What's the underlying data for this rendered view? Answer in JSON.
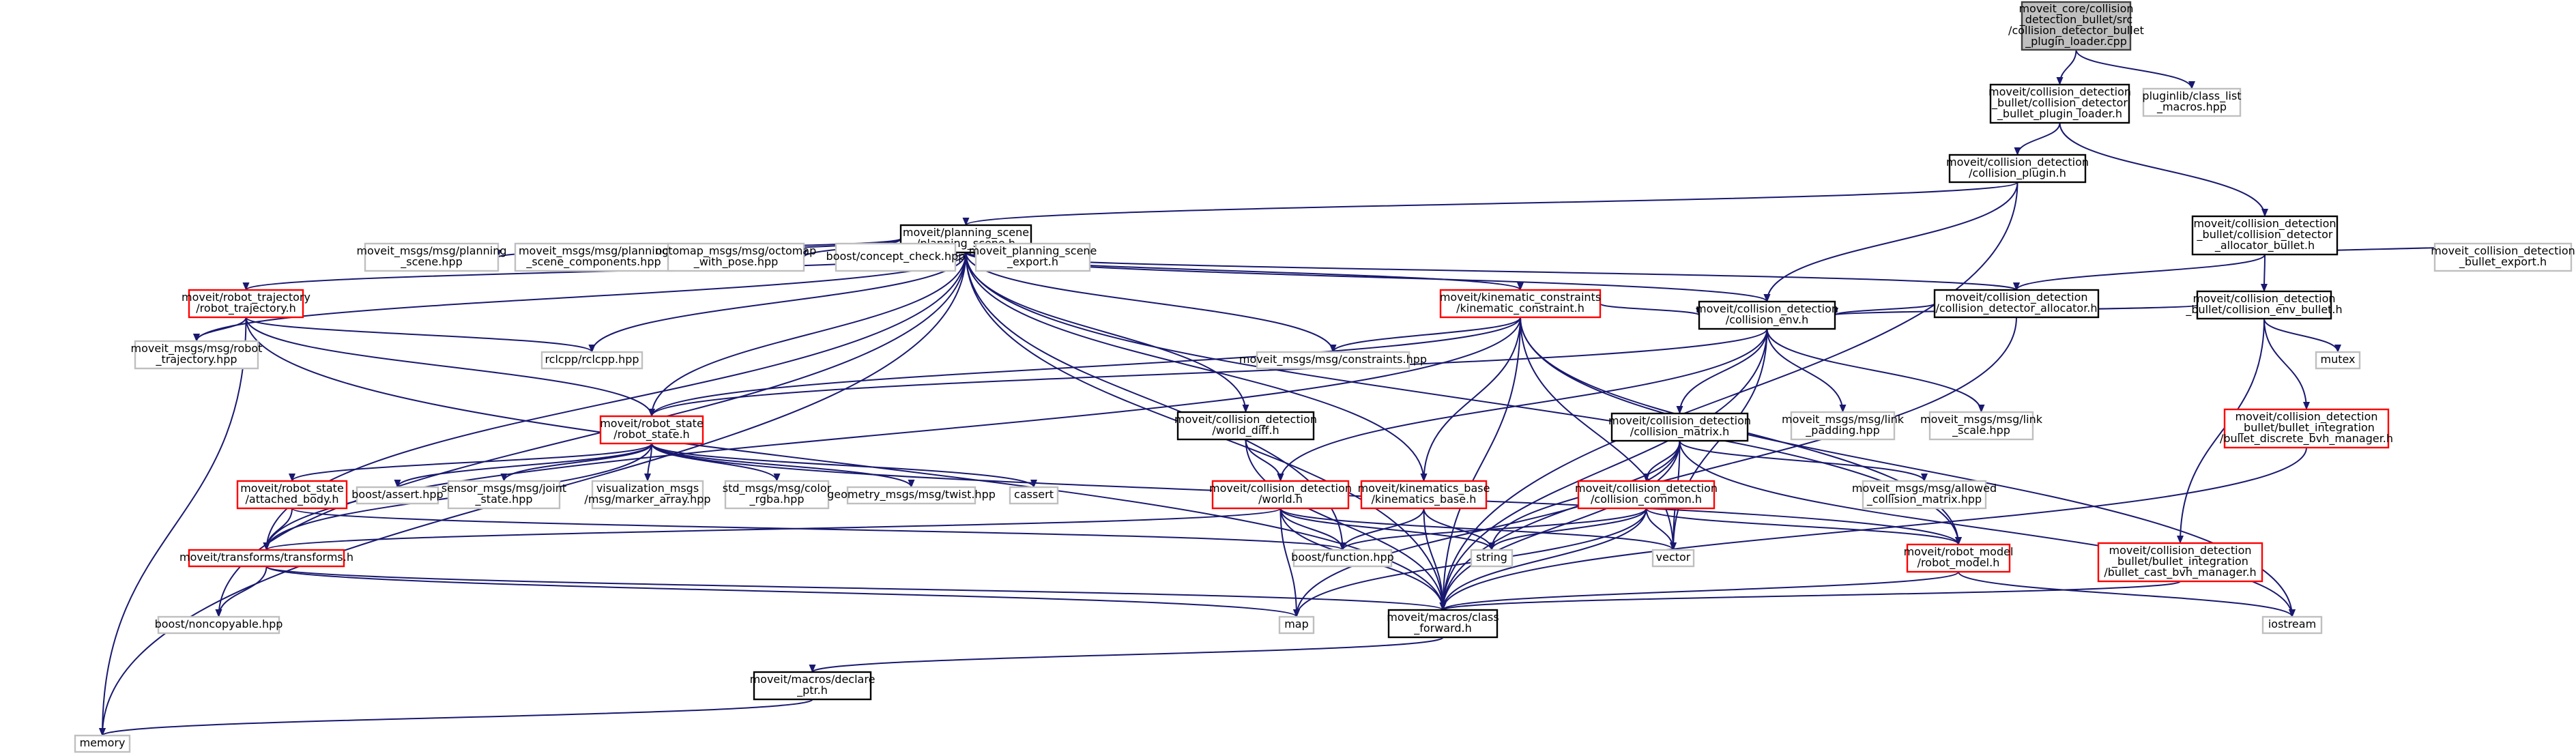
{
  "colors": {
    "root_fill": "#bfbfbf",
    "root_border": "#404040",
    "documented_border": "#000000",
    "undocumented_border": "#bfbfbf",
    "red_border": "#ff0000",
    "edge_color": "#191970",
    "edge_light": "#a9a9a9"
  },
  "nodes": {
    "root": {
      "lines": [
        "moveit_core/collision",
        "_detection_bullet/src",
        "/collision_detector_bullet",
        "_plugin_loader.cpp"
      ]
    },
    "plugin_loader_h": {
      "lines": [
        "moveit/collision_detection",
        "_bullet/collision_detector",
        "_bullet_plugin_loader.h"
      ]
    },
    "class_list_macros": {
      "lines": [
        "pluginlib/class_list",
        "_macros.hpp"
      ]
    },
    "collision_plugin": {
      "lines": [
        "moveit/collision_detection",
        "/collision_plugin.h"
      ]
    },
    "allocator_bullet": {
      "lines": [
        "moveit/collision_detection",
        "_bullet/collision_detector",
        "_allocator_bullet.h"
      ]
    },
    "planning_scene": {
      "lines": [
        "moveit/planning_scene",
        "/planning_scene.h"
      ]
    },
    "bullet_export": {
      "lines": [
        "moveit_collision_detection",
        "_bullet_export.h"
      ]
    },
    "collision_env_bullet": {
      "lines": [
        "moveit/collision_detection",
        "_bullet/collision_env_bullet.h"
      ]
    },
    "robot_trajectory": {
      "lines": [
        "moveit/robot_trajectory",
        "/robot_trajectory.h"
      ]
    },
    "planning_scene_msg": {
      "lines": [
        "moveit_msgs/msg/planning",
        "_scene.hpp"
      ]
    },
    "planning_scene_components": {
      "lines": [
        "moveit_msgs/msg/planning",
        "_scene_components.hpp"
      ]
    },
    "octomap_pose": {
      "lines": [
        "octomap_msgs/msg/octomap",
        "_with_pose.hpp"
      ]
    },
    "concept_check": {
      "lines": [
        "boost/concept_check.hpp"
      ]
    },
    "planning_scene_export": {
      "lines": [
        "moveit_planning_scene",
        "_export.h"
      ]
    },
    "kinematic_constraint": {
      "lines": [
        "moveit/kinematic_constraints",
        "/kinematic_constraint.h"
      ]
    },
    "detector_allocator": {
      "lines": [
        "moveit/collision_detection",
        "/collision_detector_allocator.h"
      ]
    },
    "robot_msg": {
      "lines": [
        "moveit_msgs/msg/robot",
        "_trajectory.hpp"
      ]
    },
    "rclcpp": {
      "lines": [
        "rclcpp/rclcpp.hpp"
      ]
    },
    "constraints_hpp": {
      "lines": [
        "moveit_msgs/msg/constraints.hpp"
      ]
    },
    "collision_env": {
      "lines": [
        "moveit/collision_detection",
        "/collision_env.h"
      ]
    },
    "mutex": {
      "lines": [
        "mutex"
      ]
    },
    "robot_state": {
      "lines": [
        "moveit/robot_state",
        "/robot_state.h"
      ]
    },
    "world_diff": {
      "lines": [
        "moveit/collision_detection",
        "/world_diff.h"
      ]
    },
    "collision_matrix": {
      "lines": [
        "moveit/collision_detection",
        "/collision_matrix.h"
      ]
    },
    "link_padding": {
      "lines": [
        "moveit_msgs/msg/link",
        "_padding.hpp"
      ]
    },
    "link_scale": {
      "lines": [
        "moveit_msgs/msg/link",
        "_scale.hpp"
      ]
    },
    "discrete_bvh": {
      "lines": [
        "moveit/collision_detection",
        "_bullet/bullet_integration",
        "/bullet_discrete_bvh_manager.h"
      ]
    },
    "attached_body": {
      "lines": [
        "moveit/robot_state",
        "/attached_body.h"
      ]
    },
    "boost_assert": {
      "lines": [
        "boost/assert.hpp"
      ]
    },
    "joint_state": {
      "lines": [
        "sensor_msgs/msg/joint",
        "_state.hpp"
      ]
    },
    "marker_array": {
      "lines": [
        "visualization_msgs",
        "/msg/marker_array.hpp"
      ]
    },
    "color_rgba": {
      "lines": [
        "std_msgs/msg/color",
        "_rgba.hpp"
      ]
    },
    "twist": {
      "lines": [
        "geometry_msgs/msg/twist.hpp"
      ]
    },
    "cassert": {
      "lines": [
        "cassert"
      ]
    },
    "world_h": {
      "lines": [
        "moveit/collision_detection",
        "/world.h"
      ]
    },
    "kinematics_base": {
      "lines": [
        "moveit/kinematics_base",
        "/kinematics_base.h"
      ]
    },
    "collision_common": {
      "lines": [
        "moveit/collision_detection",
        "/collision_common.h"
      ]
    },
    "allowed_matrix": {
      "lines": [
        "moveit_msgs/msg/allowed",
        "_collision_matrix.hpp"
      ]
    },
    "transforms": {
      "lines": [
        "moveit/transforms/transforms.h"
      ]
    },
    "boost_function": {
      "lines": [
        "boost/function.hpp"
      ]
    },
    "string": {
      "lines": [
        "string"
      ]
    },
    "vector": {
      "lines": [
        "vector"
      ]
    },
    "robot_model": {
      "lines": [
        "moveit/robot_model",
        "/robot_model.h"
      ]
    },
    "cast_bvh": {
      "lines": [
        "moveit/collision_detection",
        "_bullet/bullet_integration",
        "/bullet_cast_bvh_manager.h"
      ]
    },
    "noncopyable": {
      "lines": [
        "boost/noncopyable.hpp"
      ]
    },
    "map": {
      "lines": [
        "map"
      ]
    },
    "class_forward": {
      "lines": [
        "moveit/macros/class",
        "_forward.h"
      ]
    },
    "iostream": {
      "lines": [
        "iostream"
      ]
    },
    "declare_ptr": {
      "lines": [
        "moveit/macros/declare",
        "_ptr.h"
      ]
    },
    "memory": {
      "lines": [
        "memory"
      ]
    }
  }
}
